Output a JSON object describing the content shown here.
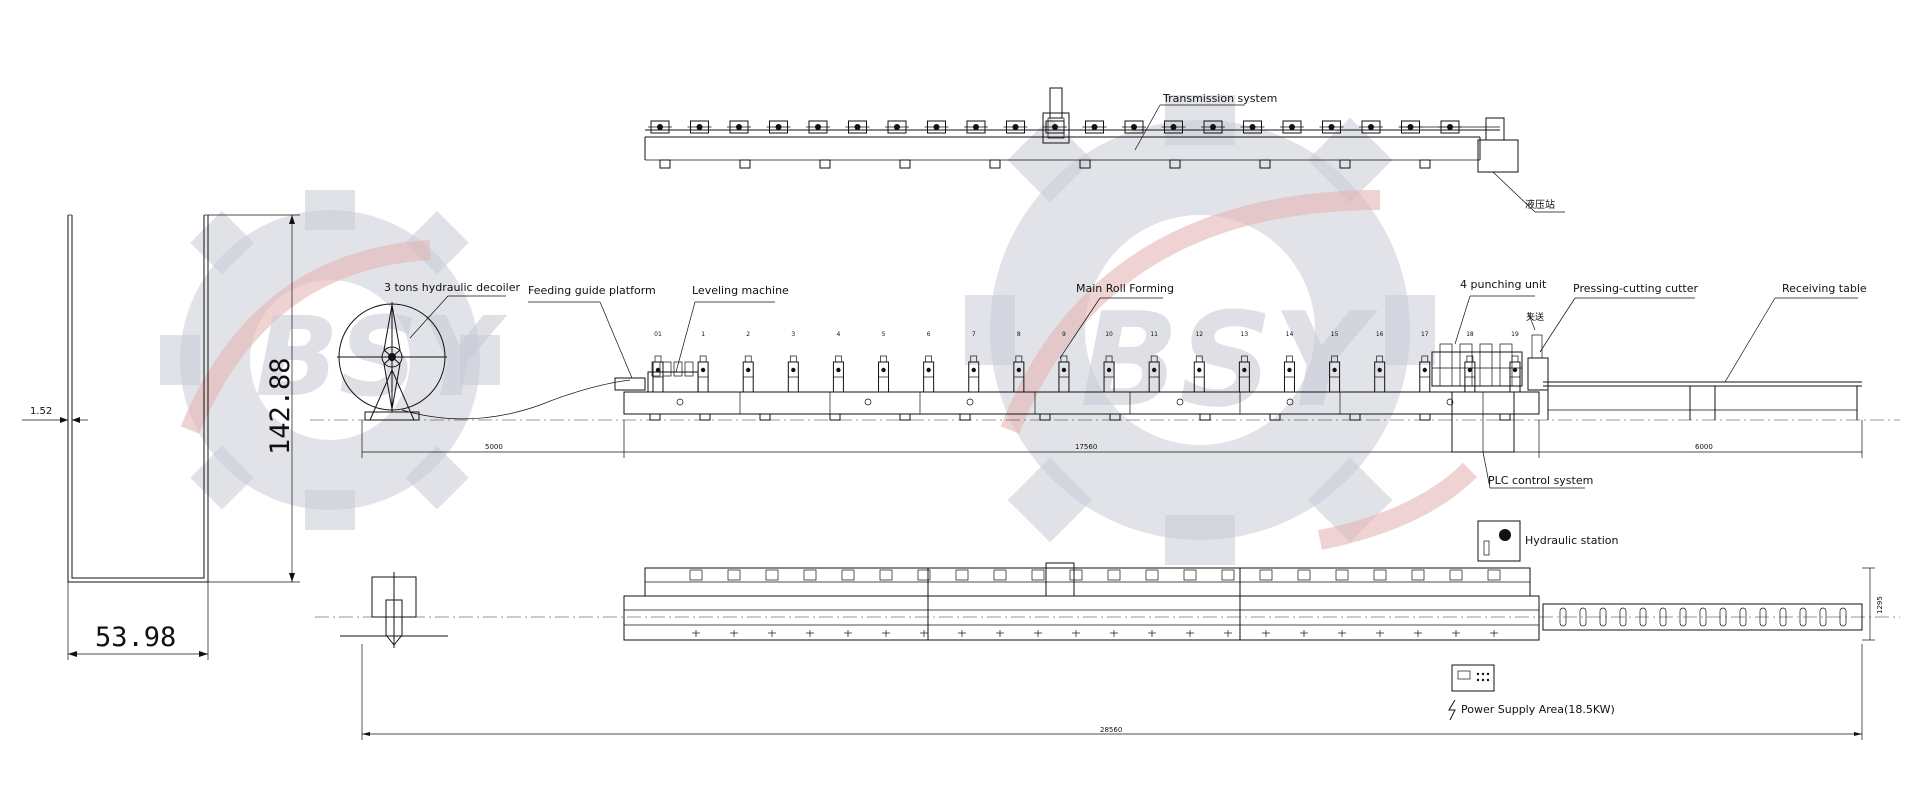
{
  "watermark": {
    "text": "BSY",
    "gear_color": "#c9ccd6",
    "swoosh_color": "#e5b4b4"
  },
  "profile": {
    "thickness": "1.52",
    "height": "142.88",
    "width": "53.98"
  },
  "top_view": {
    "transmission_label": "Transmission system",
    "hydraulic_label": "液压站"
  },
  "side_view": {
    "labels": {
      "decoiler": "3 tons hydraulic decoiler",
      "feeding": "Feeding guide platform",
      "leveling": "Leveling machine",
      "forming": "Main Roll Forming",
      "punching": "4 punching unit",
      "cutter": "Pressing-cutting cutter",
      "receiving": "Receiving table",
      "plc": "PLC control system",
      "jiapian": "夹送"
    },
    "stations": [
      "01",
      "1",
      "2",
      "3",
      "4",
      "5",
      "6",
      "7",
      "8",
      "9",
      "10",
      "11",
      "12",
      "13",
      "14",
      "15",
      "16",
      "17",
      "18",
      "19"
    ],
    "dims": {
      "d1": "5000",
      "d2": "17560",
      "d3": "6000"
    }
  },
  "plan_view": {
    "hydraulic_station": "Hydraulic station",
    "power_supply": "Power Supply Area(18.5KW)",
    "width_dim": "1295",
    "total_dim": "28560"
  }
}
